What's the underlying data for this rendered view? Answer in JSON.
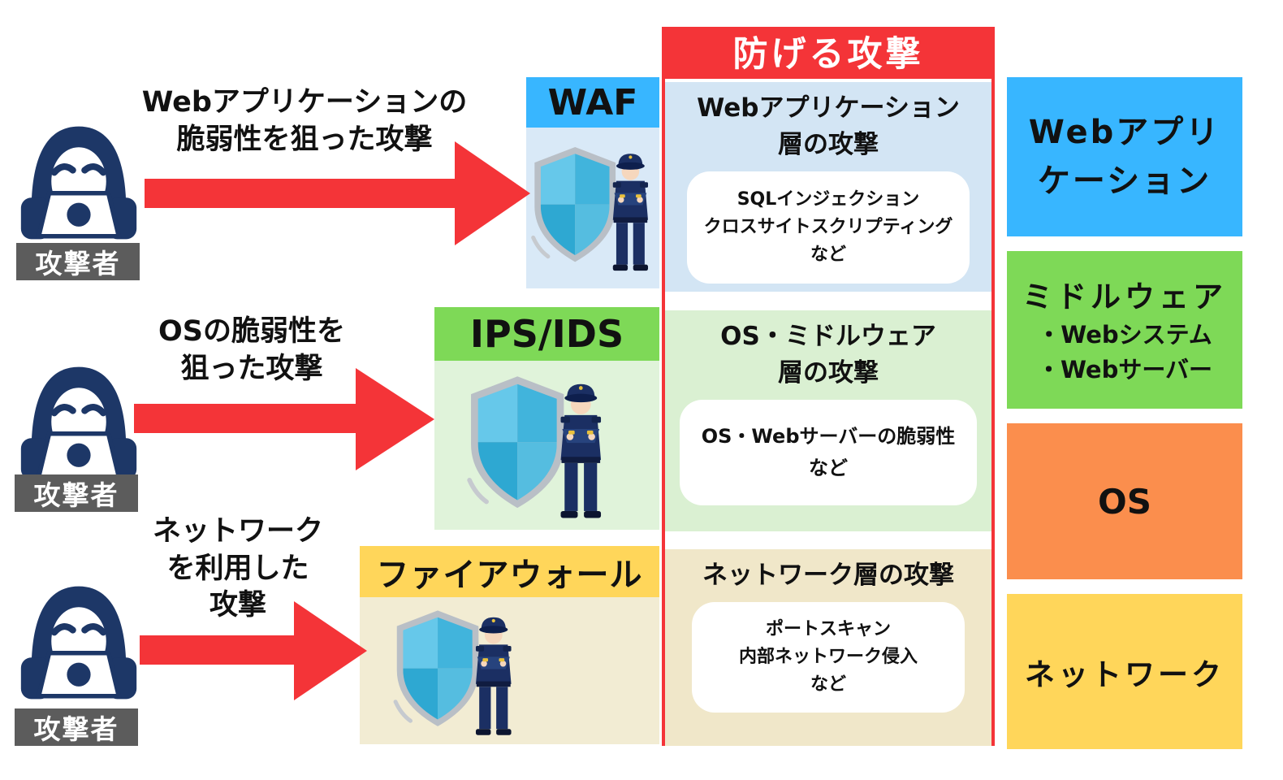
{
  "title_banner": "防げる攻撃",
  "attack_rows": [
    {
      "attacker_label": "攻撃者",
      "attack_text": "Webアプリケーションの\n脆弱性を狙った攻撃",
      "defense_label": "WAF",
      "prevented_heading": "Webアプリケーション\n層の攻撃",
      "prevented_examples": "SQLインジェクション\nクロスサイトスクリプティング\nなど"
    },
    {
      "attacker_label": "攻撃者",
      "attack_text": "OSの脆弱性を\n狙った攻撃",
      "defense_label": "IPS/IDS",
      "prevented_heading": "OS・ミドルウェア\n層の攻撃",
      "prevented_examples": "OS・Webサーバーの脆弱性\nなど"
    },
    {
      "attacker_label": "攻撃者",
      "attack_text": "ネットワーク\nを利用した\n攻撃",
      "defense_label": "ファイアウォール",
      "prevented_heading": "ネットワーク層の攻撃",
      "prevented_examples": "ポートスキャン\n内部ネットワーク侵入\nなど"
    }
  ],
  "layer_stack": [
    {
      "label": "Webアプリ\nケーション",
      "color": "#38b6ff"
    },
    {
      "label": "ミドルウェア",
      "items": "・Webシステム\n・Webサーバー",
      "color": "#7ed957"
    },
    {
      "label": "OS",
      "color": "#fb8e4d"
    },
    {
      "label": "ネットワーク",
      "color": "#ffd65a"
    }
  ],
  "colors": {
    "accent_red": "#f43438",
    "waf_blue": "#38b6ff",
    "ips_green": "#7ed957",
    "firewall_yellow": "#ffd65a",
    "os_orange": "#fb8e4d",
    "attacker_navy": "#1d3767",
    "label_gray": "#5c5c5c"
  }
}
